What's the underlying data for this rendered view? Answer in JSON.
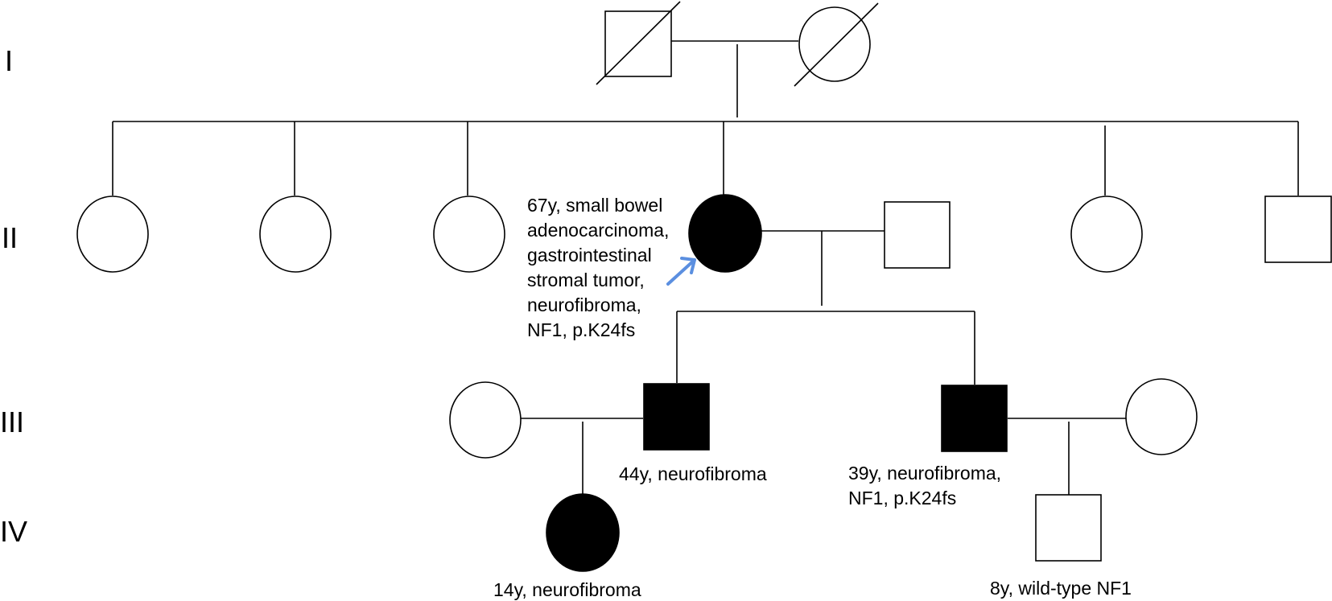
{
  "generations": [
    "I",
    "II",
    "III",
    "IV"
  ],
  "colors": {
    "affected": "#000000",
    "unaffected": "#ffffff",
    "proband_arrow": "#5b8fe0"
  },
  "individuals": [
    {
      "id": "I-1",
      "sex": "male",
      "affected": false,
      "deceased": true
    },
    {
      "id": "I-2",
      "sex": "female",
      "affected": false,
      "deceased": true
    },
    {
      "id": "II-1",
      "sex": "female",
      "affected": false
    },
    {
      "id": "II-2",
      "sex": "female",
      "affected": false
    },
    {
      "id": "II-3",
      "sex": "female",
      "affected": false
    },
    {
      "id": "II-4",
      "sex": "female",
      "affected": true,
      "proband": true,
      "label": [
        "67y, small bowel",
        "adenocarcinoma,",
        "gastrointestinal",
        "stromal tumor,",
        "neurofibroma,",
        "NF1, p.K24fs"
      ]
    },
    {
      "id": "II-4-spouse",
      "sex": "male",
      "affected": false
    },
    {
      "id": "II-5",
      "sex": "female",
      "affected": false
    },
    {
      "id": "II-6",
      "sex": "male",
      "affected": false
    },
    {
      "id": "III-1-spouse",
      "sex": "female",
      "affected": false
    },
    {
      "id": "III-1",
      "sex": "male",
      "affected": true,
      "label": [
        "44y, neurofibroma"
      ]
    },
    {
      "id": "III-2",
      "sex": "male",
      "affected": true,
      "label": [
        "39y, neurofibroma,",
        "NF1, p.K24fs"
      ]
    },
    {
      "id": "III-2-spouse",
      "sex": "female",
      "affected": false
    },
    {
      "id": "IV-1",
      "sex": "female",
      "affected": true,
      "label": [
        "14y, neurofibroma"
      ]
    },
    {
      "id": "IV-2",
      "sex": "male",
      "affected": false,
      "label": [
        "8y, wild-type NF1"
      ]
    }
  ]
}
